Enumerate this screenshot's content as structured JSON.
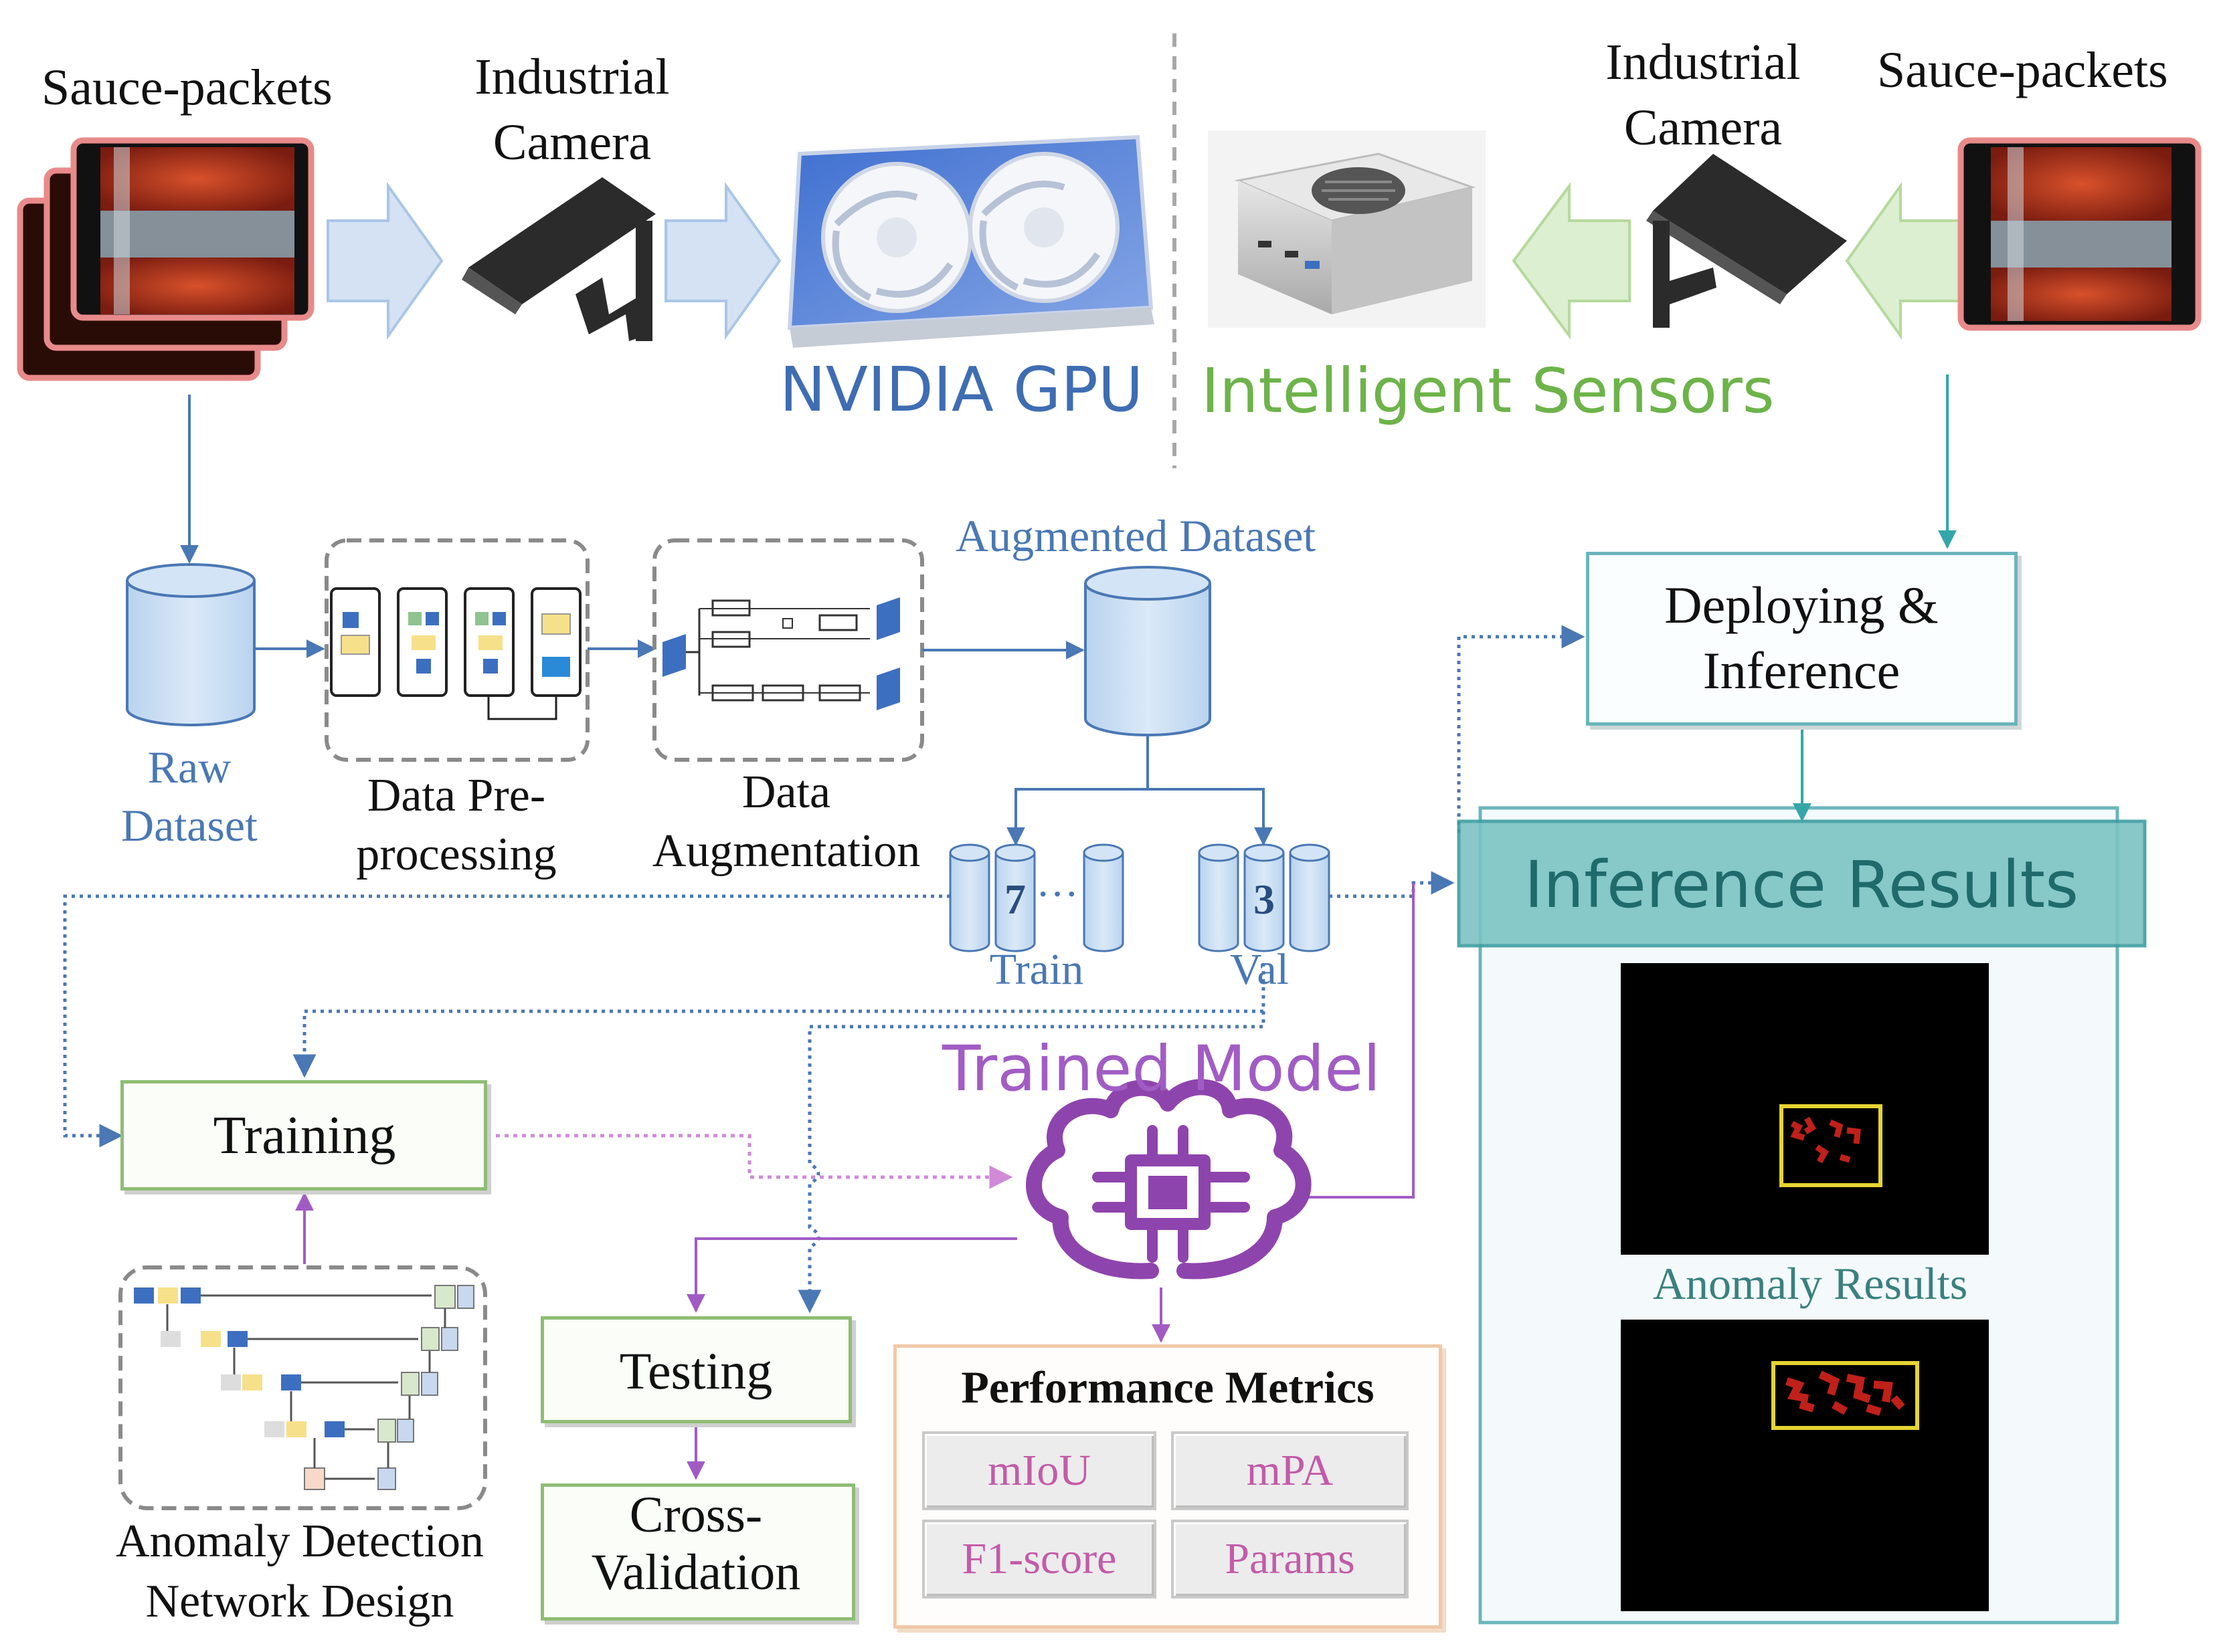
{
  "top_left": {
    "sauce_label": "Sauce-packets",
    "camera_label_line1": "Industrial",
    "camera_label_line2": "Camera",
    "gpu_label": "NVIDIA GPU"
  },
  "top_right": {
    "camera_label_line1": "Industrial",
    "camera_label_line2": "Camera",
    "sauce_label": "Sauce-packets",
    "sensor_label": "Intelligent Sensors"
  },
  "pipeline": {
    "raw_line1": "Raw",
    "raw_line2": "Dataset",
    "preproc_line1": "Data Pre-",
    "preproc_line2": "processing",
    "aug_line1": "Data",
    "aug_line2": "Augmentation",
    "augmented_dataset": "Augmented Dataset",
    "train_count": "7",
    "train_dots": "···",
    "train_label": "Train",
    "val_count": "3",
    "val_label": "Val"
  },
  "model": {
    "trained_model": "Trained Model",
    "training": "Training",
    "testing": "Testing",
    "cross_line1": "Cross-",
    "cross_line2": "Validation",
    "network_line1": "Anomaly Detection",
    "network_line2": "Network Design"
  },
  "metrics": {
    "title": "Performance Metrics",
    "items": [
      "mIoU",
      "mPA",
      "F1-score",
      "Params"
    ]
  },
  "inference": {
    "deploy_line1": "Deploying &",
    "deploy_line2": "Inference",
    "results_title": "Inference Results",
    "anomaly_label": "Anomaly Results"
  },
  "colors": {
    "pipeline_blue": "#4a78b4",
    "model_purple": "#a15cc4",
    "sensor_green": "#6db34a",
    "deploy_teal": "#34a6a9",
    "packet_border": "#e88a8a"
  }
}
